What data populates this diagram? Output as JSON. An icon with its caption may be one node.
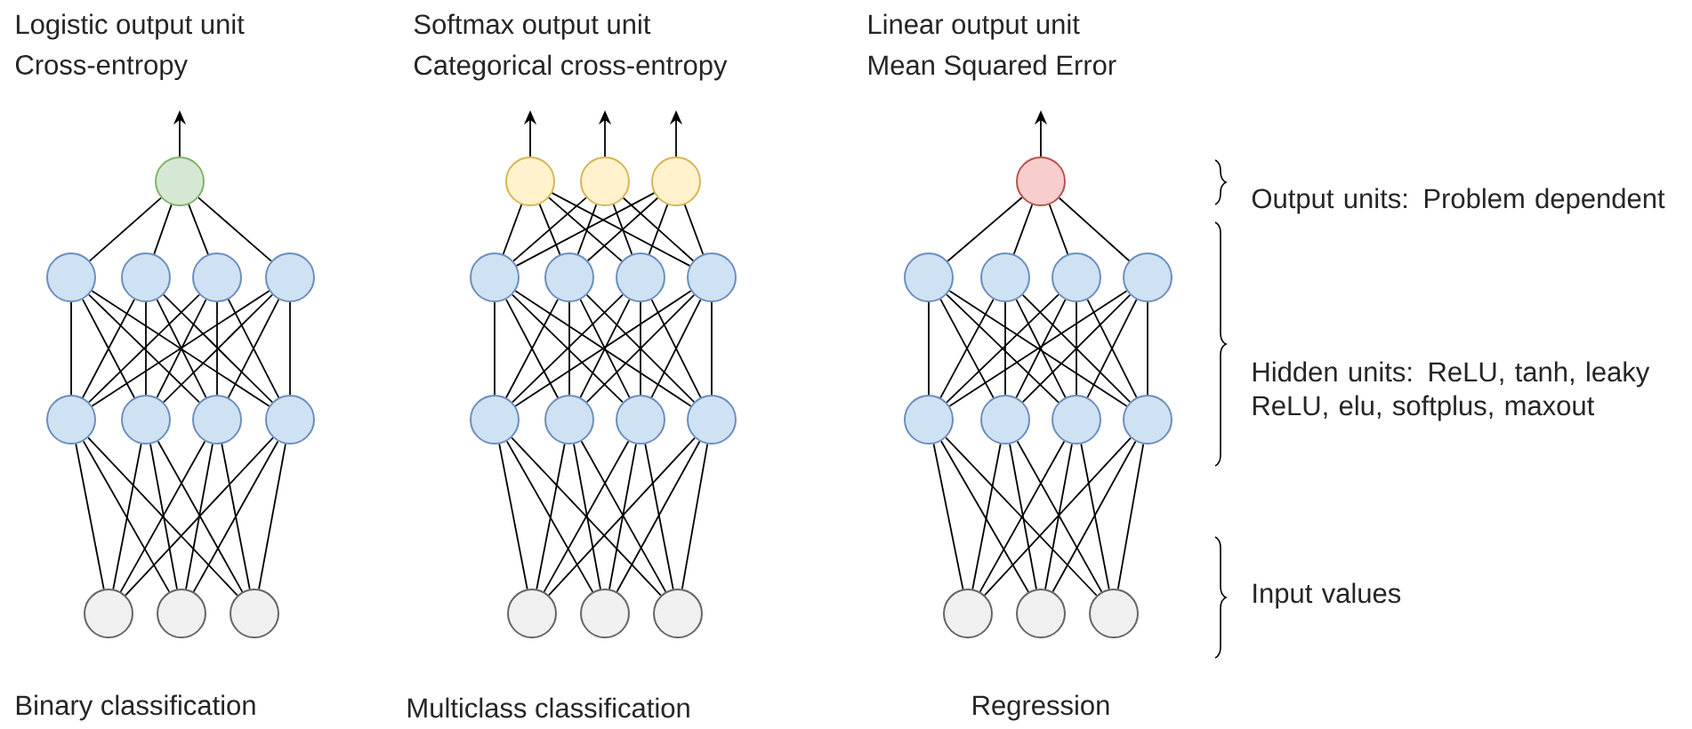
{
  "diagram": {
    "nodes": [
      {
        "text": [],
        "shape": "circle"
      },
      {
        "text": [],
        "shape": "circle"
      },
      {
        "text": [],
        "shape": "circle"
      },
      {
        "text": [],
        "shape": "circle"
      },
      {
        "text": [],
        "shape": "circle"
      },
      {
        "text": [],
        "shape": "circle"
      },
      {
        "text": [],
        "shape": "circle"
      },
      {
        "text": [],
        "shape": "circle"
      },
      {
        "text": [],
        "shape": "circle"
      },
      {
        "text": [],
        "shape": "circle"
      },
      {
        "text": [],
        "shape": "circle"
      },
      {
        "text": [],
        "shape": "circle"
      },
      {
        "text": [],
        "shape": "circle"
      },
      {
        "text": [],
        "shape": "circle"
      },
      {
        "text": [],
        "shape": "circle"
      },
      {
        "text": [],
        "shape": "circle"
      },
      {
        "text": [],
        "shape": "circle"
      },
      {
        "text": [],
        "shape": "circle"
      },
      {
        "text": [],
        "shape": "circle"
      },
      {
        "text": [],
        "shape": "circle"
      },
      {
        "text": [],
        "shape": "circle"
      },
      {
        "text": [],
        "shape": "circle"
      },
      {
        "text": [],
        "shape": "circle"
      },
      {
        "text": [],
        "shape": "circle"
      },
      {
        "text": [],
        "shape": "circle"
      },
      {
        "text": [],
        "shape": "circle"
      },
      {
        "text": [],
        "shape": "circle"
      },
      {
        "text": [],
        "shape": "circle"
      },
      {
        "text": [],
        "shape": "circle"
      },
      {
        "text": [],
        "shape": "circle"
      },
      {
        "text": [],
        "shape": "circle"
      },
      {
        "text": [],
        "shape": "circle"
      },
      {
        "text": [],
        "shape": "circle"
      },
      {
        "text": [],
        "shape": "circle"
      },
      {
        "text": [],
        "shape": "circle"
      },
      {
        "text": [],
        "shape": "circle"
      },
      {
        "text": [],
        "shape": "circle"
      },
      {
        "text": [],
        "shape": "circle"
      }
    ],
    "edges": [
      {
        "from": 0,
        "to": null,
        "arrow": "to"
      },
      {
        "from": 12,
        "to": null,
        "arrow": "to"
      },
      {
        "from": 13,
        "to": null,
        "arrow": "to"
      },
      {
        "from": 14,
        "to": null,
        "arrow": "to"
      },
      {
        "from": 26,
        "to": null,
        "arrow": "to"
      },
      {
        "from": 9,
        "to": 5,
        "arrow": "none"
      },
      {
        "from": 9,
        "to": 6,
        "arrow": "none"
      },
      {
        "from": 9,
        "to": 7,
        "arrow": "none"
      },
      {
        "from": 9,
        "to": 8,
        "arrow": "none"
      },
      {
        "from": 10,
        "to": 5,
        "arrow": "none"
      },
      {
        "from": 10,
        "to": 6,
        "arrow": "none"
      },
      {
        "from": 10,
        "to": 7,
        "arrow": "none"
      },
      {
        "from": 10,
        "to": 8,
        "arrow": "none"
      },
      {
        "from": 11,
        "to": 5,
        "arrow": "none"
      },
      {
        "from": 11,
        "to": 6,
        "arrow": "none"
      },
      {
        "from": 11,
        "to": 7,
        "arrow": "none"
      },
      {
        "from": 11,
        "to": 8,
        "arrow": "none"
      },
      {
        "from": 5,
        "to": 1,
        "arrow": "none"
      },
      {
        "from": 5,
        "to": 2,
        "arrow": "none"
      },
      {
        "from": 5,
        "to": 3,
        "arrow": "none"
      },
      {
        "from": 5,
        "to": 4,
        "arrow": "none"
      },
      {
        "from": 6,
        "to": 1,
        "arrow": "none"
      },
      {
        "from": 6,
        "to": 2,
        "arrow": "none"
      },
      {
        "from": 6,
        "to": 3,
        "arrow": "none"
      },
      {
        "from": 6,
        "to": 4,
        "arrow": "none"
      },
      {
        "from": 7,
        "to": 1,
        "arrow": "none"
      },
      {
        "from": 7,
        "to": 2,
        "arrow": "none"
      },
      {
        "from": 7,
        "to": 3,
        "arrow": "none"
      },
      {
        "from": 7,
        "to": 4,
        "arrow": "none"
      },
      {
        "from": 8,
        "to": 1,
        "arrow": "none"
      },
      {
        "from": 8,
        "to": 2,
        "arrow": "none"
      },
      {
        "from": 8,
        "to": 3,
        "arrow": "none"
      },
      {
        "from": 8,
        "to": 4,
        "arrow": "none"
      },
      {
        "from": 1,
        "to": 0,
        "arrow": "none"
      },
      {
        "from": 2,
        "to": 0,
        "arrow": "none"
      },
      {
        "from": 3,
        "to": 0,
        "arrow": "none"
      },
      {
        "from": 4,
        "to": 0,
        "arrow": "none"
      },
      {
        "from": 23,
        "to": 19,
        "arrow": "none"
      },
      {
        "from": 23,
        "to": 20,
        "arrow": "none"
      },
      {
        "from": 23,
        "to": 21,
        "arrow": "none"
      },
      {
        "from": 23,
        "to": 22,
        "arrow": "none"
      },
      {
        "from": 24,
        "to": 19,
        "arrow": "none"
      },
      {
        "from": 24,
        "to": 20,
        "arrow": "none"
      },
      {
        "from": 24,
        "to": 21,
        "arrow": "none"
      },
      {
        "from": 24,
        "to": 22,
        "arrow": "none"
      },
      {
        "from": 25,
        "to": 19,
        "arrow": "none"
      },
      {
        "from": 25,
        "to": 20,
        "arrow": "none"
      },
      {
        "from": 25,
        "to": 21,
        "arrow": "none"
      },
      {
        "from": 25,
        "to": 22,
        "arrow": "none"
      },
      {
        "from": 19,
        "to": 15,
        "arrow": "none"
      },
      {
        "from": 19,
        "to": 16,
        "arrow": "none"
      },
      {
        "from": 19,
        "to": 17,
        "arrow": "none"
      },
      {
        "from": 19,
        "to": 18,
        "arrow": "none"
      },
      {
        "from": 20,
        "to": 15,
        "arrow": "none"
      },
      {
        "from": 20,
        "to": 16,
        "arrow": "none"
      },
      {
        "from": 20,
        "to": 17,
        "arrow": "none"
      },
      {
        "from": 20,
        "to": 18,
        "arrow": "none"
      },
      {
        "from": 21,
        "to": 15,
        "arrow": "none"
      },
      {
        "from": 21,
        "to": 16,
        "arrow": "none"
      },
      {
        "from": 21,
        "to": 17,
        "arrow": "none"
      },
      {
        "from": 21,
        "to": 18,
        "arrow": "none"
      },
      {
        "from": 22,
        "to": 15,
        "arrow": "none"
      },
      {
        "from": 22,
        "to": 16,
        "arrow": "none"
      },
      {
        "from": 22,
        "to": 17,
        "arrow": "none"
      },
      {
        "from": 22,
        "to": 18,
        "arrow": "none"
      },
      {
        "from": 15,
        "to": 12,
        "arrow": "none"
      },
      {
        "from": 15,
        "to": 13,
        "arrow": "none"
      },
      {
        "from": 15,
        "to": 14,
        "arrow": "none"
      },
      {
        "from": 16,
        "to": 12,
        "arrow": "none"
      },
      {
        "from": 16,
        "to": 13,
        "arrow": "none"
      },
      {
        "from": 16,
        "to": 14,
        "arrow": "none"
      },
      {
        "from": 17,
        "to": 12,
        "arrow": "none"
      },
      {
        "from": 17,
        "to": 13,
        "arrow": "none"
      },
      {
        "from": 17,
        "to": 14,
        "arrow": "none"
      },
      {
        "from": 18,
        "to": 12,
        "arrow": "none"
      },
      {
        "from": 18,
        "to": 13,
        "arrow": "none"
      },
      {
        "from": 18,
        "to": 14,
        "arrow": "none"
      },
      {
        "from": 35,
        "to": 31,
        "arrow": "none"
      },
      {
        "from": 35,
        "to": 32,
        "arrow": "none"
      },
      {
        "from": 35,
        "to": 33,
        "arrow": "none"
      },
      {
        "from": 35,
        "to": 34,
        "arrow": "none"
      },
      {
        "from": 36,
        "to": 31,
        "arrow": "none"
      },
      {
        "from": 36,
        "to": 32,
        "arrow": "none"
      },
      {
        "from": 36,
        "to": 33,
        "arrow": "none"
      },
      {
        "from": 36,
        "to": 34,
        "arrow": "none"
      },
      {
        "from": 37,
        "to": 31,
        "arrow": "none"
      },
      {
        "from": 37,
        "to": 32,
        "arrow": "none"
      },
      {
        "from": 37,
        "to": 33,
        "arrow": "none"
      },
      {
        "from": 37,
        "to": 34,
        "arrow": "none"
      },
      {
        "from": 31,
        "to": 27,
        "arrow": "none"
      },
      {
        "from": 31,
        "to": 28,
        "arrow": "none"
      },
      {
        "from": 31,
        "to": 29,
        "arrow": "none"
      },
      {
        "from": 31,
        "to": 30,
        "arrow": "none"
      },
      {
        "from": 32,
        "to": 27,
        "arrow": "none"
      },
      {
        "from": 32,
        "to": 28,
        "arrow": "none"
      },
      {
        "from": 32,
        "to": 29,
        "arrow": "none"
      },
      {
        "from": 32,
        "to": 30,
        "arrow": "none"
      },
      {
        "from": 33,
        "to": 27,
        "arrow": "none"
      },
      {
        "from": 33,
        "to": 28,
        "arrow": "none"
      },
      {
        "from": 33,
        "to": 29,
        "arrow": "none"
      },
      {
        "from": 33,
        "to": 30,
        "arrow": "none"
      },
      {
        "from": 34,
        "to": 27,
        "arrow": "none"
      },
      {
        "from": 34,
        "to": 28,
        "arrow": "none"
      },
      {
        "from": 34,
        "to": 29,
        "arrow": "none"
      },
      {
        "from": 34,
        "to": 30,
        "arrow": "none"
      },
      {
        "from": 27,
        "to": 26,
        "arrow": "none"
      },
      {
        "from": 28,
        "to": 26,
        "arrow": "none"
      },
      {
        "from": 29,
        "to": 26,
        "arrow": "none"
      },
      {
        "from": 30,
        "to": 26,
        "arrow": "none"
      }
    ],
    "labels": [
      "Logistic output unit",
      "Softmax output unit",
      "Linear output unit",
      "Cross-entropy",
      "Categorical cross-entropy",
      "Mean Squared Error",
      "Output units: Problem dependent",
      "Hidden units: ReLU, tanh, leaky ReLU, elu, softplus, maxout",
      "Input values",
      "Binary classification",
      "Multiclass classification",
      "Regression"
    ]
  }
}
